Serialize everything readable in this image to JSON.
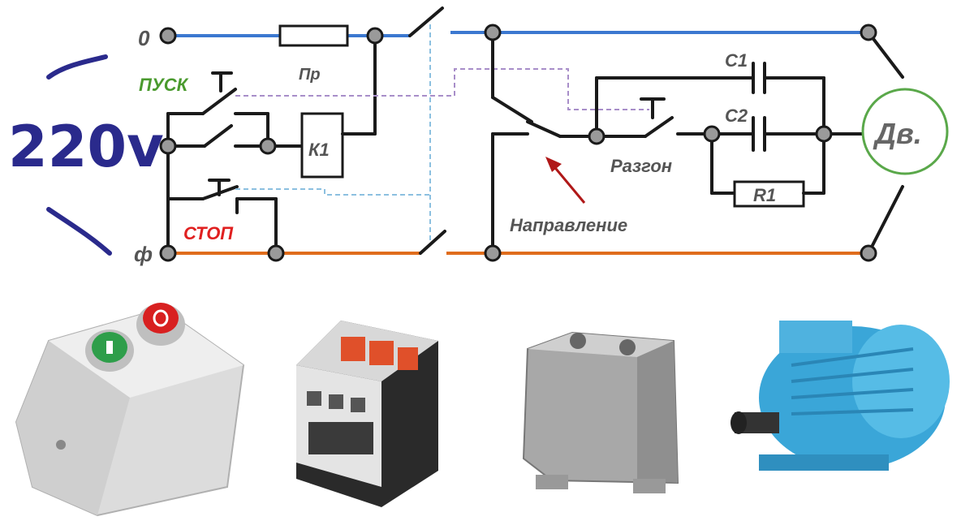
{
  "voltage_label": "220v",
  "terminals": {
    "zero": "0",
    "phase": "ф"
  },
  "labels": {
    "fuse": "Пр",
    "start": "ПУСК",
    "stop": "СТОП",
    "contactor": "К1",
    "cap1": "С1",
    "cap2": "С2",
    "boost": "Разгон",
    "resistor": "R1",
    "direction": "Направление",
    "motor": "Дв."
  },
  "colors": {
    "zero_line": "#3b78d0",
    "phase_line": "#e06d1c",
    "start_label": "#4a9a2e",
    "stop_label": "#e02020",
    "voltage_text": "#2a2a8c",
    "motor_circle": "#5aa84a",
    "arrow": "#b01818"
  },
  "photos": [
    {
      "name": "push-button-station",
      "icon": "pushbutton-box-icon"
    },
    {
      "name": "contactor",
      "icon": "contactor-icon"
    },
    {
      "name": "capacitor",
      "icon": "capacitor-icon"
    },
    {
      "name": "electric-motor",
      "icon": "motor-icon"
    }
  ]
}
